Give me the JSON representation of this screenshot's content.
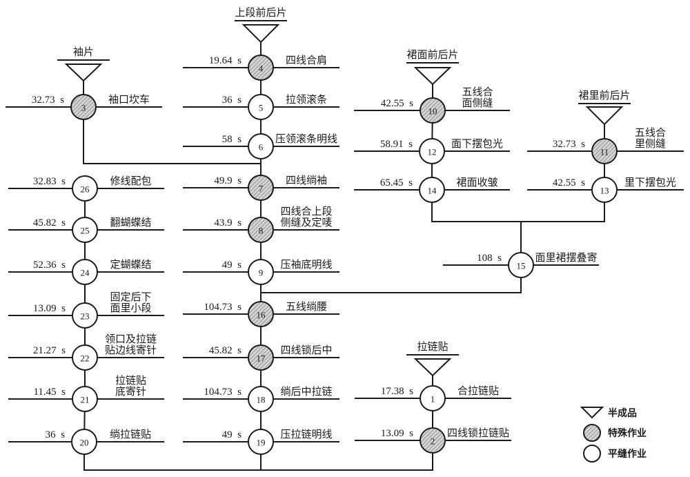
{
  "diagram": {
    "title": "",
    "time_unit": "s",
    "node_types": {
      "special": {
        "label": "特殊作业",
        "fill": "#d4d4d4",
        "hatched": true
      },
      "plain": {
        "label": "平缝作业",
        "fill": "#ffffff",
        "hatched": false
      }
    },
    "sources": [
      {
        "id": "src-sleeve",
        "label": "袖片",
        "feeds": 3
      },
      {
        "id": "src-upper",
        "label": "上段前后片",
        "feeds": 4
      },
      {
        "id": "src-skirt-face",
        "label": "裙面前后片",
        "feeds": 10
      },
      {
        "id": "src-skirt-lining",
        "label": "裙里前后片",
        "feeds": 11
      },
      {
        "id": "src-zipper",
        "label": "拉链贴",
        "feeds": 1
      }
    ],
    "nodes": [
      {
        "num": "3",
        "time": "32.73",
        "op": [
          "袖口坎车"
        ],
        "type": "special"
      },
      {
        "num": "4",
        "time": "19.64",
        "op": [
          "四线合肩"
        ],
        "type": "special"
      },
      {
        "num": "5",
        "time": "36",
        "op": [
          "拉领滚条"
        ],
        "type": "plain"
      },
      {
        "num": "6",
        "time": "58",
        "op": [
          "压领滚条明线"
        ],
        "type": "plain"
      },
      {
        "num": "7",
        "time": "49.9",
        "op": [
          "四线绱袖"
        ],
        "type": "special"
      },
      {
        "num": "8",
        "time": "43.9",
        "op": [
          "四线合上段",
          "侧缝及定唛"
        ],
        "type": "special"
      },
      {
        "num": "9",
        "time": "49",
        "op": [
          "压袖底明线"
        ],
        "type": "plain"
      },
      {
        "num": "16",
        "time": "104.73",
        "op": [
          "五线绱腰"
        ],
        "type": "special"
      },
      {
        "num": "17",
        "time": "45.82",
        "op": [
          "四线锁后中"
        ],
        "type": "special"
      },
      {
        "num": "18",
        "time": "104.73",
        "op": [
          "绱后中拉链"
        ],
        "type": "plain"
      },
      {
        "num": "19",
        "time": "49",
        "op": [
          "压拉链明线"
        ],
        "type": "plain"
      },
      {
        "num": "26",
        "time": "32.83",
        "op": [
          "修线配包"
        ],
        "type": "plain"
      },
      {
        "num": "25",
        "time": "45.82",
        "op": [
          "翻蝴蝶结"
        ],
        "type": "plain"
      },
      {
        "num": "24",
        "time": "52.36",
        "op": [
          "定蝴蝶结"
        ],
        "type": "plain"
      },
      {
        "num": "23",
        "time": "13.09",
        "op": [
          "固定后下",
          "面里小段"
        ],
        "type": "plain"
      },
      {
        "num": "22",
        "time": "21.27",
        "op": [
          "领口及拉链",
          "贴边线寄针"
        ],
        "type": "plain"
      },
      {
        "num": "21",
        "time": "11.45",
        "op": [
          "拉链贴",
          "底寄针"
        ],
        "type": "plain"
      },
      {
        "num": "20",
        "time": "36",
        "op": [
          "绱拉链贴"
        ],
        "type": "plain"
      },
      {
        "num": "10",
        "time": "42.55",
        "op": [
          "五线合",
          "面侧缝"
        ],
        "type": "special"
      },
      {
        "num": "12",
        "time": "58.91",
        "op": [
          "面下摆包光"
        ],
        "type": "plain"
      },
      {
        "num": "14",
        "time": "65.45",
        "op": [
          "裙面收皱"
        ],
        "type": "plain"
      },
      {
        "num": "11",
        "time": "32.73",
        "op": [
          "五线合",
          "里侧缝"
        ],
        "type": "special"
      },
      {
        "num": "13",
        "time": "42.55",
        "op": [
          "里下摆包光"
        ],
        "type": "plain"
      },
      {
        "num": "15",
        "time": "108",
        "op": [
          "面里裙摆叠寄"
        ],
        "type": "plain"
      },
      {
        "num": "1",
        "time": "17.38",
        "op": [
          "合拉链贴"
        ],
        "type": "plain"
      },
      {
        "num": "2",
        "time": "13.09",
        "op": [
          "四线锁拉链贴"
        ],
        "type": "special"
      }
    ],
    "flows": [
      [
        "3",
        "7"
      ],
      [
        "4",
        "5"
      ],
      [
        "5",
        "6"
      ],
      [
        "6",
        "7"
      ],
      [
        "7",
        "8"
      ],
      [
        "8",
        "9"
      ],
      [
        "9",
        "16"
      ],
      [
        "10",
        "12"
      ],
      [
        "12",
        "14"
      ],
      [
        "14",
        "15"
      ],
      [
        "11",
        "13"
      ],
      [
        "13",
        "15"
      ],
      [
        "15",
        "16"
      ],
      [
        "16",
        "17"
      ],
      [
        "17",
        "18"
      ],
      [
        "18",
        "19"
      ],
      [
        "1",
        "2"
      ],
      [
        "2",
        "20"
      ],
      [
        "19",
        "20"
      ],
      [
        "20",
        "21"
      ],
      [
        "21",
        "22"
      ],
      [
        "22",
        "23"
      ],
      [
        "23",
        "24"
      ],
      [
        "24",
        "25"
      ],
      [
        "25",
        "26"
      ]
    ],
    "legend": [
      {
        "symbol": "triangle",
        "label": "半成品"
      },
      {
        "symbol": "hatched-circle",
        "label": "特殊作业"
      },
      {
        "symbol": "circle",
        "label": "平缝作业"
      }
    ]
  }
}
